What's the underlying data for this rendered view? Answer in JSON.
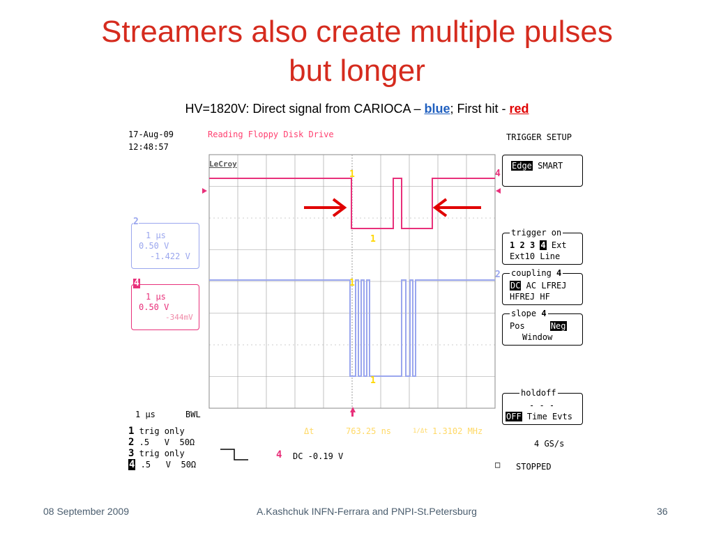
{
  "slide": {
    "title_line1": "Streamers also create multiple pulses",
    "title_line2": "but longer",
    "subtitle_prefix": "HV=1820V: Direct  signal from CARIOCA – ",
    "subtitle_blue": "blue",
    "subtitle_mid": "; First hit - ",
    "subtitle_red": "red"
  },
  "scope": {
    "date": "17-Aug-09",
    "time": "12:48:57",
    "status_title": "Reading Floppy Disk Drive",
    "brand": "LeCroy",
    "trigger_setup": "TRIGGER SETUP",
    "edge": "Edge",
    "smart": "SMART",
    "trigger_on_label": "trigger on",
    "trig_digits": [
      "1",
      "2",
      "3"
    ],
    "trig_selected": "4",
    "ext": "Ext",
    "ext10_line": "Ext10 Line",
    "coupling_label": "coupling",
    "coupling_num": "4",
    "dc": "DC",
    "coupling_row1_rest": " AC LFREJ",
    "coupling_row2": "HFREJ HF",
    "slope_label": "slope",
    "slope_num": "4",
    "pos": "Pos",
    "neg": "Neg",
    "window": "Window",
    "holdoff_label": "holdoff",
    "holdoff_dashes": "- - -",
    "off": "OFF",
    "time_evts": " Time Evts",
    "sample_rate": "4 GS/s",
    "stopped": "STOPPED",
    "stopped_icon": "□",
    "ch2": {
      "num": "2",
      "timebase": "1 μs",
      "volts": "0.50 V",
      "offset": "-1.422 V"
    },
    "ch4": {
      "num": "4",
      "timebase": "1 μs",
      "volts": "0.50 V",
      "offset": "-344mV"
    },
    "timebase": "1 μs",
    "bwl": "BWL",
    "channels": [
      {
        "num": "1",
        "text": "trig only"
      },
      {
        "num": "2",
        "text": ".5   V  50Ω"
      },
      {
        "num": "3",
        "text": "trig only"
      },
      {
        "num": "4",
        "text": ".5   V  50Ω"
      }
    ],
    "delta_t_label": "Δt",
    "delta_t_value": "763.25 ns",
    "freq_label": "1/Δt",
    "freq_value": "1.3102 MHz",
    "trig_ch": "4",
    "trig_level": "DC -0.19 V",
    "marker_1": "1",
    "marker_2": "2",
    "marker_4": "4",
    "colors": {
      "red_trace": "#e8307a",
      "blue_trace": "#9aa6ee",
      "arrow": "#e00000",
      "grid": "#999999"
    }
  },
  "footer": {
    "date": "08 September 2009",
    "author": "A.Kashchuk   INFN-Ferrara and PNPI-St.Petersburg",
    "page": "36"
  }
}
